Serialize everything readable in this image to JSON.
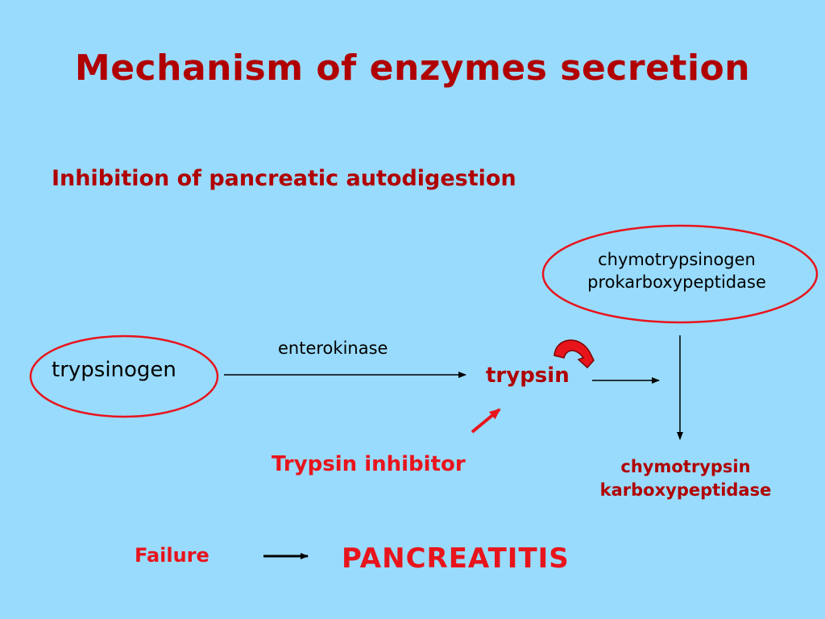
{
  "title": "Mechanism of enzymes secretion",
  "subtitle": "Inhibition of pancreatic autodigestion",
  "nodes": {
    "trypsinogen": "trypsinogen",
    "enterokinase": "enterokinase",
    "trypsin": "trypsin",
    "zymogens": [
      "chymotrypsinogen",
      "prokarboxypeptidase"
    ],
    "inhibitor": "Trypsin inhibitor",
    "products": [
      "chymotrypsin",
      "karboxypeptidase"
    ]
  },
  "outcome": {
    "failure": "Failure",
    "result": "PANCREATITIS"
  },
  "colors": {
    "background": "#99dbfc",
    "title": "#b00000",
    "accent_red": "#e8141c",
    "ellipse_stroke": "#e8141c"
  }
}
